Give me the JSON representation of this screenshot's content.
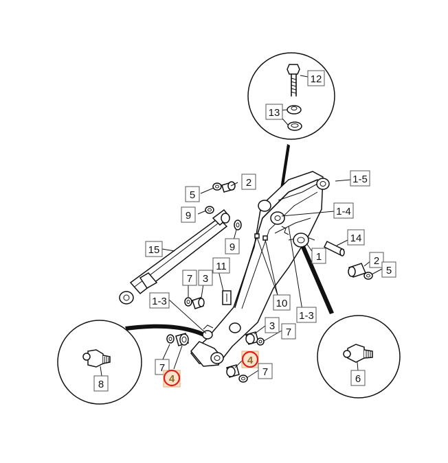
{
  "callouts": {
    "c12": "12",
    "c13": "13",
    "c1_5": "1-5",
    "c2a": "2",
    "c5a": "5",
    "c1_4": "1-4",
    "c9a": "9",
    "c9b": "9",
    "c14": "14",
    "c15": "15",
    "c1": "1",
    "c2b": "2",
    "c5b": "5",
    "c11": "11",
    "c7a": "7",
    "c3a": "3",
    "c1_3a": "1-3",
    "c10": "10",
    "c1_3b": "1-3",
    "c3b": "3",
    "c7b": "7",
    "c4a": "4",
    "c7c": "7",
    "c7d": "7",
    "c4b": "4",
    "c8": "8",
    "c6": "6"
  },
  "colors": {
    "highlight_ring": "#d9201f",
    "highlight_fill": "#fbe3c9",
    "ink": "#111111"
  }
}
